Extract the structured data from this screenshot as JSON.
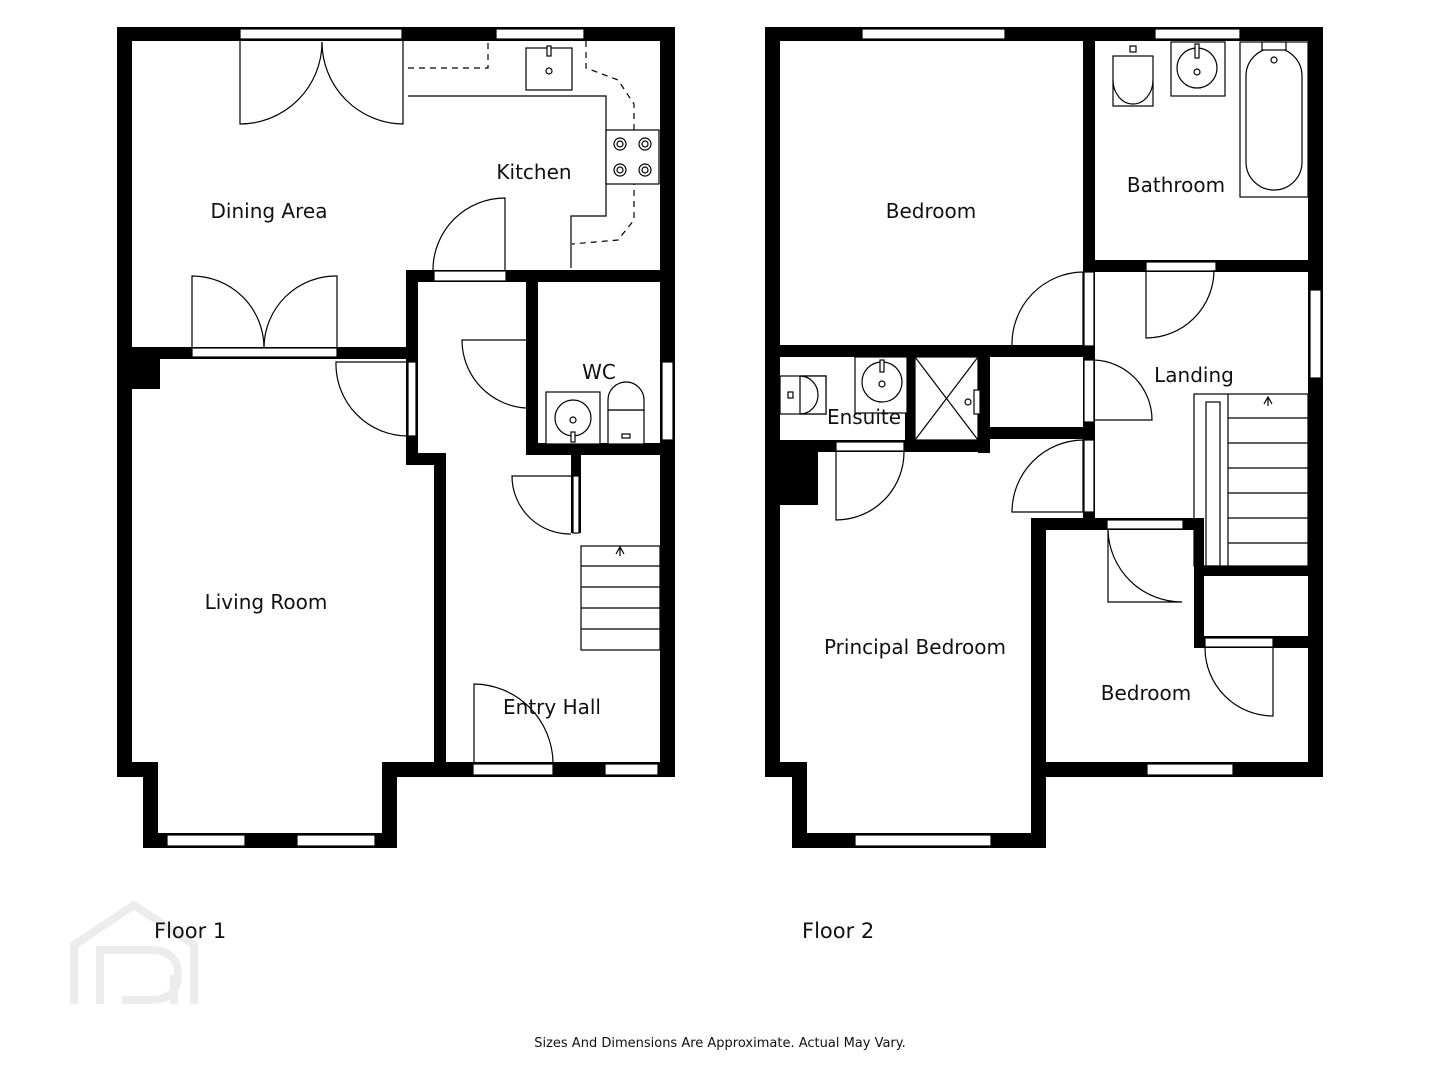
{
  "floors": [
    {
      "label": "Floor 1",
      "rooms": {
        "dining": "Dining Area",
        "kitchen": "Kitchen",
        "wc": "WC",
        "living": "Living Room",
        "entry": "Entry Hall"
      }
    },
    {
      "label": "Floor 2",
      "rooms": {
        "bedroom_top": "Bedroom",
        "bathroom": "Bathroom",
        "landing": "Landing",
        "ensuite": "Ensuite",
        "principal": "Principal Bedroom",
        "bedroom_small": "Bedroom"
      }
    }
  ],
  "footer": "Sizes And Dimensions Are Approximate. Actual May Vary.",
  "watermark": {
    "icon": "house-p-logo-icon",
    "color": "#ededed"
  },
  "colors": {
    "wall": "#000000",
    "background": "#ffffff"
  }
}
